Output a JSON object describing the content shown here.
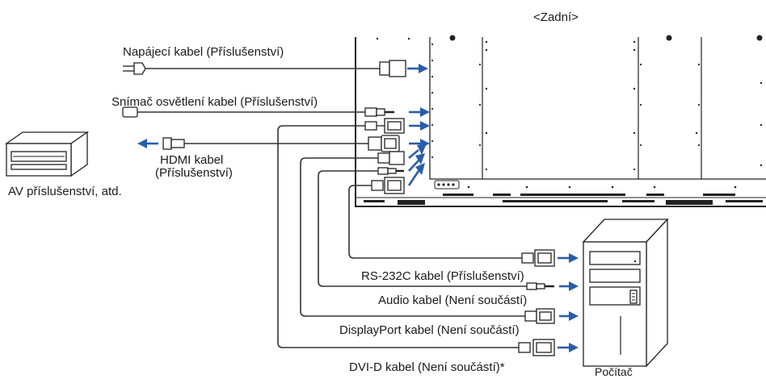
{
  "labels": {
    "rear": "<Zadní>",
    "power_cable": "Napájecí kabel (Příslušenství)",
    "light_sensor_cable": "Snímač osvětlení kabel (Příslušenství)",
    "hdmi_cable_line1": "HDMI kabel",
    "hdmi_cable_line2": "(Příslušenství)",
    "av_equipment": "AV příslušenství, atd.",
    "rs232c_cable": "RS-232C kabel (Příslušenství)",
    "audio_cable": "Audio kabel (Není součástí)",
    "displayport_cable": "DisplayPort kabel (Není součástí)",
    "dvid_cable": "DVI-D kabel (Není součástí)*",
    "computer": "Počítač"
  },
  "colors": {
    "arrow": "#2b5caa",
    "line": "#222222"
  }
}
